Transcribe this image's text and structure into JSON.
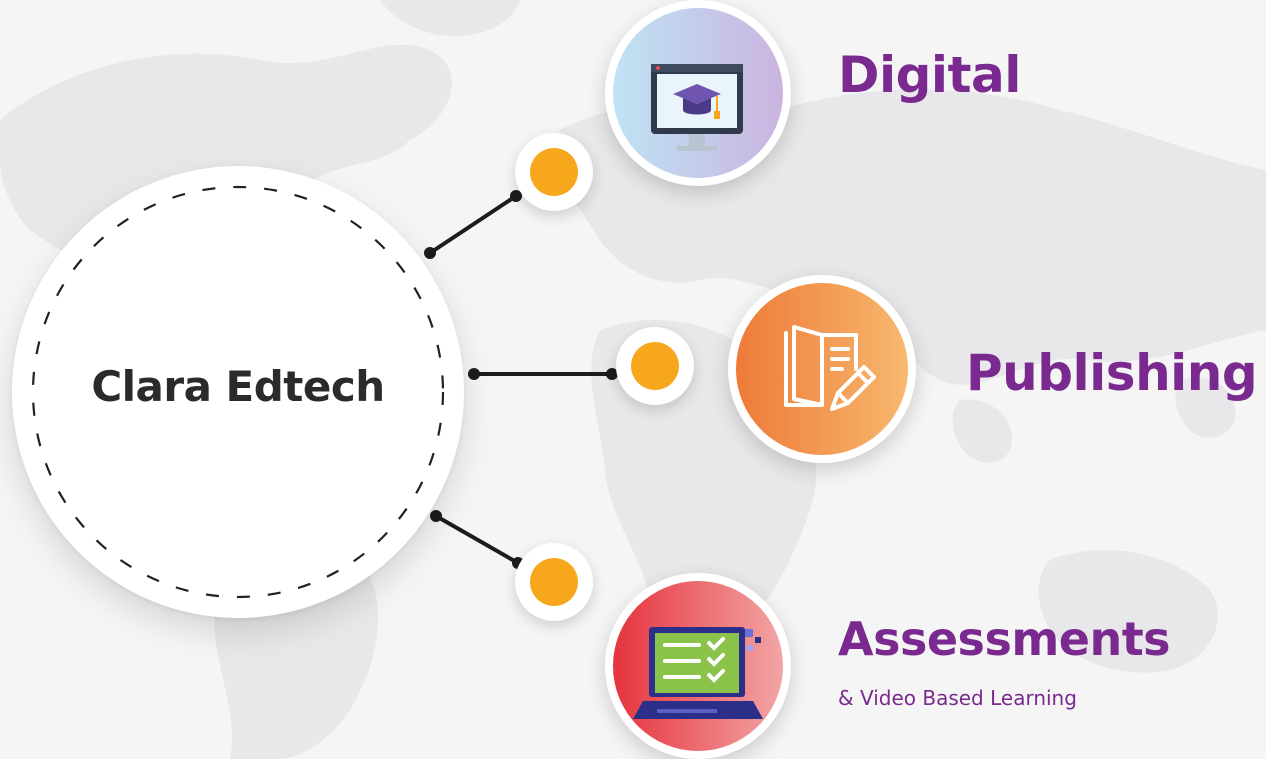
{
  "center": {
    "title": "Clara Edtech"
  },
  "branches": [
    {
      "label": "Digital",
      "icon": "graduation-cap-monitor-icon"
    },
    {
      "label": "Publishing",
      "icon": "book-pencil-icon"
    },
    {
      "label": "Assessments",
      "sublabel": "& Video Based Learning",
      "icon": "laptop-checklist-icon"
    }
  ],
  "colors": {
    "label_purple": "#7a2a8e",
    "dot_orange": "#f6a71c",
    "digital_gradient": [
      "#bfe0f3",
      "#c9b8e2"
    ],
    "publishing_gradient": [
      "#ef7d3c",
      "#f6b36a"
    ],
    "assessments_gradient": [
      "#e8383f",
      "#f2a0a0"
    ]
  }
}
